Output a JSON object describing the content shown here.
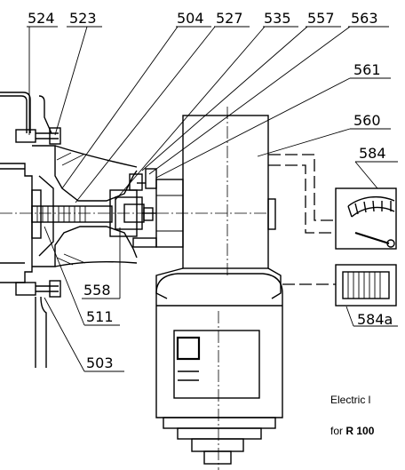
{
  "labels": {
    "l524": "524",
    "l523": "523",
    "l504": "504",
    "l527": "527",
    "l535": "535",
    "l557": "557",
    "l563": "563",
    "l561": "561",
    "l560": "560",
    "l584": "584",
    "l558": "558",
    "l511": "511",
    "l503": "503",
    "l584a": "584a"
  },
  "caption": {
    "line1": "Electric l",
    "line2_prefix": "for ",
    "line2_bold": "R 100"
  }
}
